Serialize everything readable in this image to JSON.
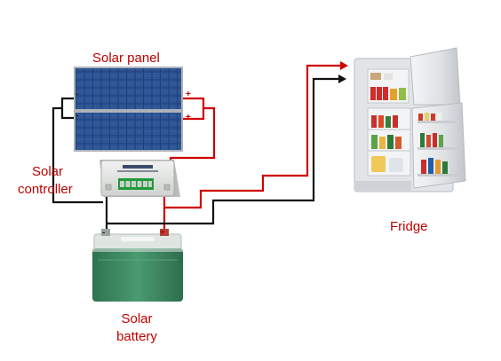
{
  "labels": {
    "solar_panel": "Solar panel",
    "solar_controller_line1": "Solar",
    "solar_controller_line2": "controller",
    "fridge": "Fridge",
    "solar_battery_line1": "Solar",
    "solar_battery_line2": "battery"
  },
  "terminals": {
    "negative": "-",
    "positive": "+"
  },
  "colors": {
    "label_text": "#c00000",
    "positive_wire": "#d00000",
    "negative_wire": "#111111",
    "panel_cells": "#1f3f78",
    "controller_body": "#e4e6e4",
    "battery_body": "#3f8a62",
    "fridge_body": "#dcdfe2"
  }
}
